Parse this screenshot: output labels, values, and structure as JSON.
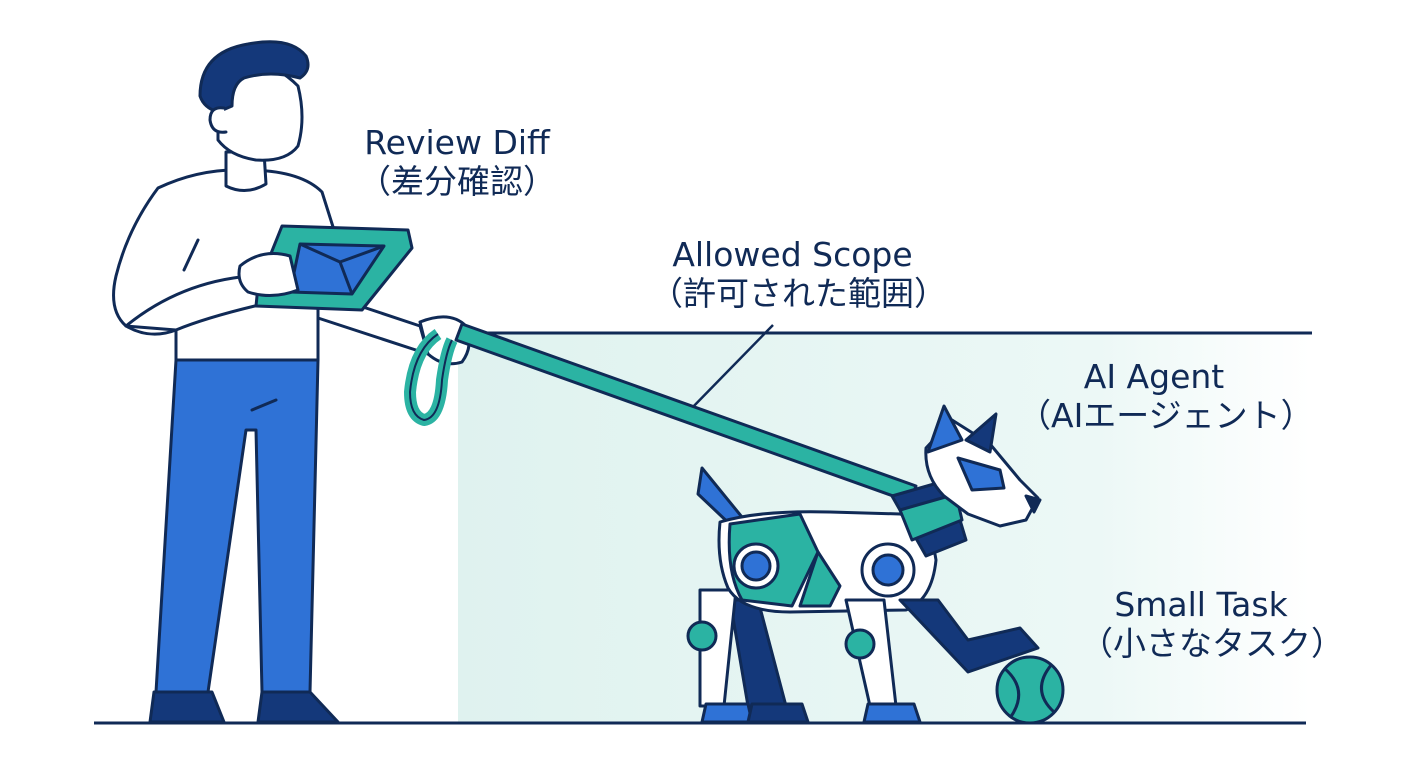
{
  "labels": {
    "review_diff": {
      "en": "Review Diff",
      "ja": "（差分確認）"
    },
    "allowed_scope": {
      "en": "Allowed Scope",
      "ja": "（許可された範囲）"
    },
    "ai_agent": {
      "en": "AI Agent",
      "ja": "（AIエージェント）"
    },
    "small_task": {
      "en": "Small Task",
      "ja": "（小さなタスク）"
    }
  },
  "colors": {
    "outline": "#102a56",
    "blue": "#2f72d6",
    "teal": "#2bb3a3",
    "scope_fill": "#e3f4f2",
    "white": "#ffffff"
  },
  "icons": [
    "person-icon",
    "tablet-icon",
    "leash-icon",
    "robot-dog-icon",
    "ball-icon"
  ]
}
